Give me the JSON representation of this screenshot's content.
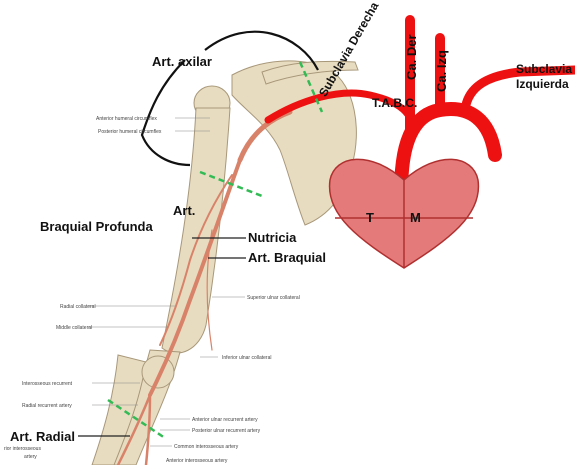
{
  "labels": {
    "art_axilar": "Art. axilar",
    "subclavia_derecha": "Subclavia Derecha",
    "ca_der": "Ca. Der",
    "ca_izq": "Ca. Izq",
    "subclavia_izquierda_1": "Subclavia",
    "subclavia_izquierda_2": "Izquierda",
    "tabc": "T.A.B.C.",
    "art": "Art.",
    "braquial_profunda": "Braquial Profunda",
    "nutricia": "Nutricia",
    "art_braquial": "Art. Braquial",
    "heart_t": "T",
    "heart_m": "M",
    "art_radial": "Art. Radial"
  },
  "small_labels": {
    "anterior_humeral": "Anterior humeral circumflex",
    "posterior_humeral": "Posterior humeral circumflex",
    "radial_collateral": "Radial collateral",
    "middle_collateral": "Middle collateral",
    "superior_ulnar": "Superior ulnar collateral",
    "inferior_ulnar": "Inferior ulnar collateral",
    "interosseous_recurrent": "Interosseous recurrent",
    "radial_recurrent": "Radial recurrent artery",
    "anterior_ulnar_recurrent": "Anterior ulnar recurrent artery",
    "posterior_ulnar_recurrent": "Posterior ulnar recurrent artery",
    "common_interosseous": "Common interosseous artery",
    "anterior_interosseous": "Anterior interosseous artery",
    "cut_interosseous_1": "rior interosseous",
    "cut_interosseous_2": "artery"
  },
  "colors": {
    "vessel_red": "#ee1111",
    "artery_salmon": "#d9826a",
    "bone": "#e8dcc0",
    "heart_fill": "#e47a7a",
    "heart_stroke": "#b03030",
    "dash_green": "#33bb55"
  }
}
